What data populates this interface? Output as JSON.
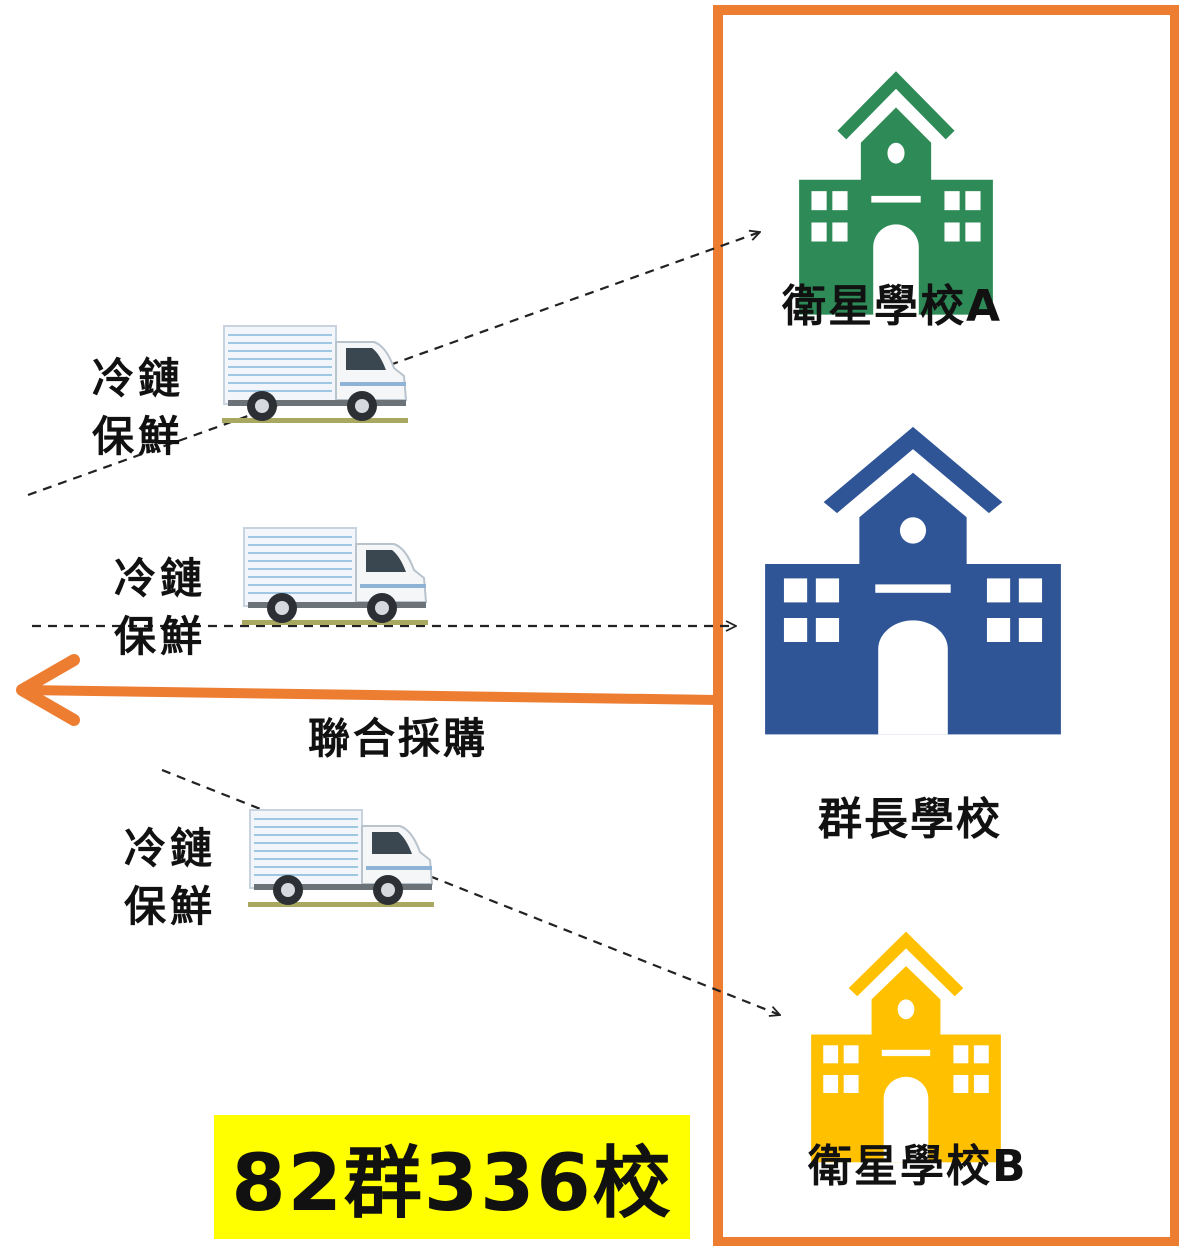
{
  "schools": {
    "satellite_a": {
      "label": "衛星學校A",
      "color": "#2e8b57"
    },
    "leader": {
      "label": "群長學校",
      "color": "#2f5597"
    },
    "satellite_b": {
      "label": "衛星學校B",
      "color": "#ffc000"
    }
  },
  "trucks": [
    {
      "label_line1": "冷鏈",
      "label_line2": "保鮮"
    },
    {
      "label_line1": "冷鏈",
      "label_line2": "保鮮"
    },
    {
      "label_line1": "冷鏈",
      "label_line2": "保鮮"
    }
  ],
  "procurement": {
    "label": "聯合採購",
    "color": "#ed7d31"
  },
  "summary": {
    "text": "82群336校",
    "highlight_color": "#ffff00"
  },
  "frame": {
    "color": "#ed7d31"
  }
}
